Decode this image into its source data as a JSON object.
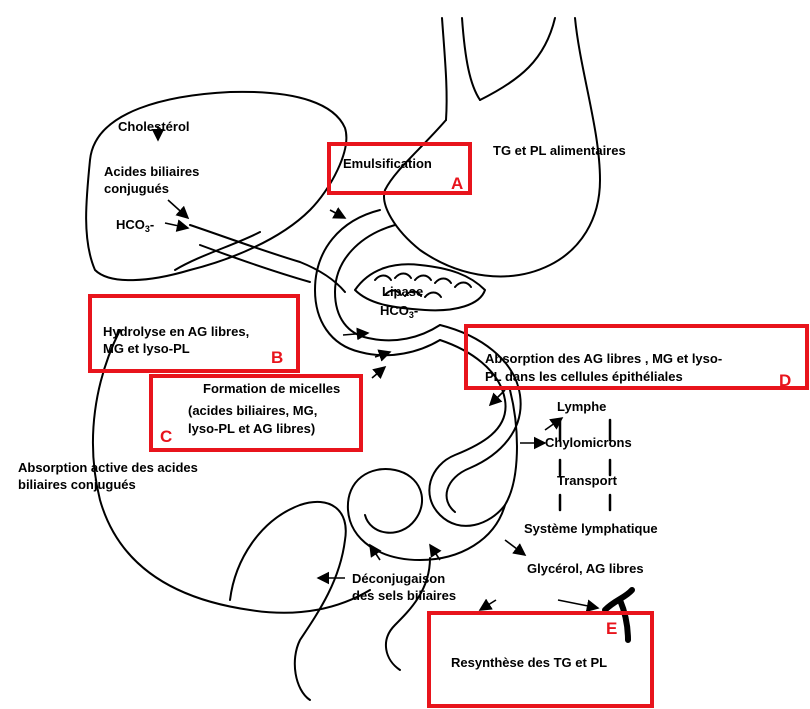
{
  "labels": {
    "cholesterol": "Cholestérol",
    "acides_biliaires_line1": "Acides biliaires",
    "acides_biliaires_line2": "conjugués",
    "hco3_liver": "HCO",
    "hco3_liver_sub": "3",
    "hco3_liver_suffix": "-",
    "tg_pl": "TG et PL alimentaires",
    "lipase": "Lipase",
    "hco3_pancreas": "HCO",
    "hco3_pancreas_sub": "3",
    "hco3_pancreas_suffix": "-",
    "lymphe": "Lymphe",
    "chylomicrons": "Chylomicrons",
    "transport": "Transport",
    "systeme_lymphatique": "Système lymphatique",
    "glycerol": "Glycérol, AG libres",
    "absorption_active_line1": "Absorption active des acides",
    "absorption_active_line2": "biliaires conjugués",
    "deconjugaison_line1": "Déconjugaison",
    "deconjugaison_line2": "des sels biliaires"
  },
  "boxes": {
    "A": {
      "letter": "A",
      "lines": [
        "Emulsification"
      ]
    },
    "B": {
      "letter": "B",
      "lines": [
        "Hydrolyse en AG libres,",
        "MG et lyso-PL"
      ]
    },
    "C": {
      "letter": "C",
      "lines": [
        "Formation de micelles",
        "(acides biliaires, MG,",
        "lyso-PL et AG libres)"
      ]
    },
    "D": {
      "letter": "D",
      "lines": [
        "Absorption des AG libres , MG et lyso-",
        "PL dans les cellules épithéliales"
      ]
    },
    "E": {
      "letter": "E",
      "lines": [
        "Resynthèse des TG et PL"
      ]
    }
  },
  "colors": {
    "box_border": "#e8141c",
    "letter": "#e8141c",
    "ink": "#000000"
  }
}
